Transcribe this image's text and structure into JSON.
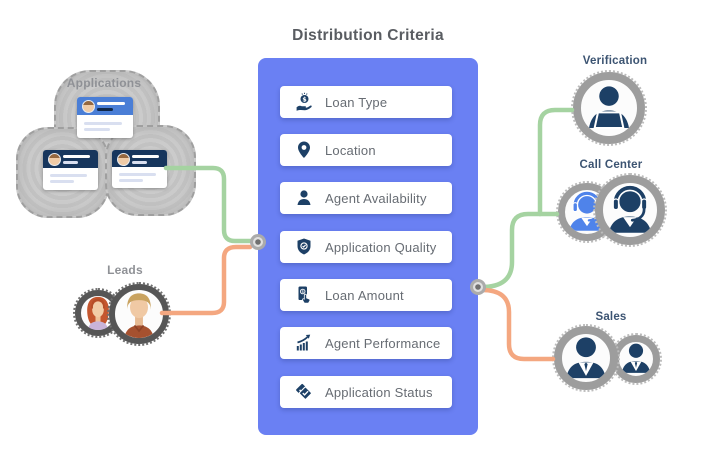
{
  "title": "Distribution Criteria",
  "sources": {
    "applications": {
      "label": "Applications"
    },
    "leads": {
      "label": "Leads"
    }
  },
  "criteria": {
    "items": [
      {
        "label": "Loan Type",
        "icon": "hand-coin-icon"
      },
      {
        "label": "Location",
        "icon": "map-pin-icon"
      },
      {
        "label": "Agent Availability",
        "icon": "person-icon"
      },
      {
        "label": "Application Quality",
        "icon": "shield-check-icon"
      },
      {
        "label": "Loan Amount",
        "icon": "money-hand-icon"
      },
      {
        "label": "Agent Performance",
        "icon": "growth-chart-icon"
      },
      {
        "label": "Application Status",
        "icon": "double-check-icon"
      }
    ]
  },
  "destinations": {
    "groups": [
      {
        "label": "Verification"
      },
      {
        "label": "Call Center"
      },
      {
        "label": "Sales"
      }
    ]
  },
  "colors": {
    "panel_blue": "#6a80f3",
    "icon_navy": "#1d4066",
    "card_header_blue": "#4a7ed6",
    "card_header_navy": "#17365d",
    "green_wire": "#a5d3a1",
    "orange_wire": "#f4a780",
    "ring_gray": "#9d9d9d",
    "agent_light_blue": "#4f83ea"
  }
}
